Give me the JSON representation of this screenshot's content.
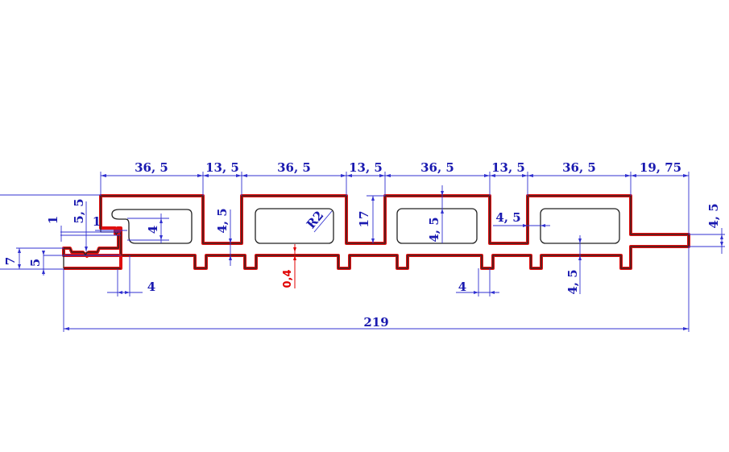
{
  "drawing": {
    "title": "Profile cross-section dimension drawing",
    "colors": {
      "dimension": "#1a1ab0",
      "profile_outline": "#e01010",
      "profile_edge": "#222222",
      "tolerance": "#e00000"
    },
    "top_dims": {
      "d1": "36, 5",
      "d2": "13, 5",
      "d3": "36, 5",
      "d4": "13, 5",
      "d5": "36, 5",
      "d6": "13, 5",
      "d7": "36, 5",
      "d8": "19, 75"
    },
    "left_dims": {
      "height_7": "7",
      "height_5": "5",
      "gap_1_vertical": "1",
      "depth_5_5": "5, 5",
      "gap_1_horizontal": "1",
      "hole_4": "4"
    },
    "inner_dims": {
      "wall_4_5_a": "4, 5",
      "radius": "R2",
      "groove_17": "17",
      "wall_4_5_b": "4, 5",
      "wall_4_5_c": "4, 5",
      "foot_4_5": "4, 5",
      "tongue_4_5": "4, 5"
    },
    "bottom_dims": {
      "foot_4_left": "4",
      "foot_4_right": "4",
      "tolerance": "0,4",
      "overall_width": "219"
    }
  }
}
